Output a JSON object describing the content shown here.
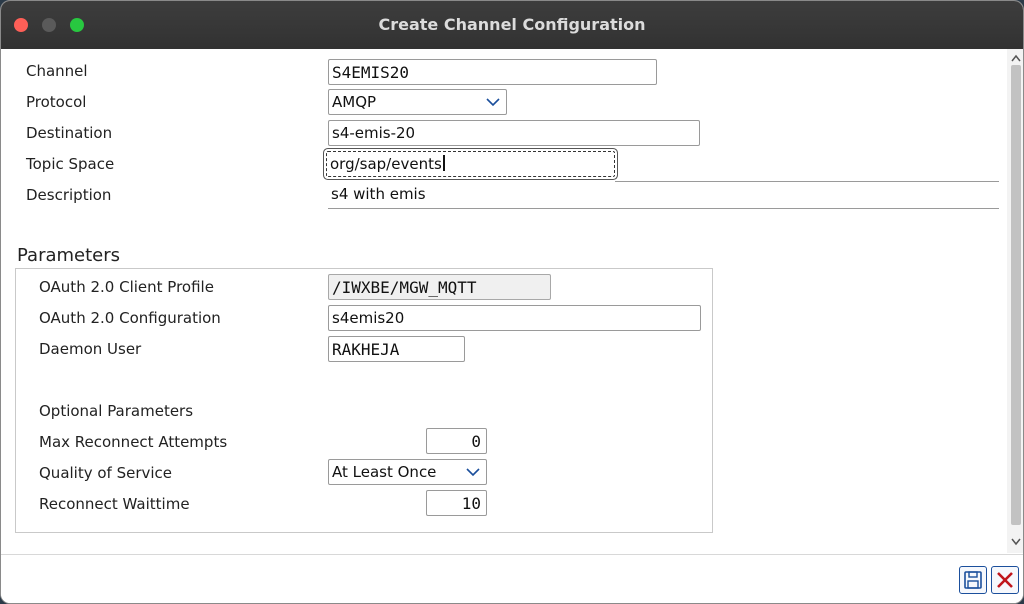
{
  "window": {
    "title": "Create Channel Configuration"
  },
  "form": {
    "channel": {
      "label": "Channel",
      "value": "S4EMIS20"
    },
    "protocol": {
      "label": "Protocol",
      "value": "AMQP"
    },
    "destination": {
      "label": "Destination",
      "value": "s4-emis-20"
    },
    "topic_space": {
      "label": "Topic Space",
      "value": "org/sap/events"
    },
    "description": {
      "label": "Description",
      "value": "s4 with emis"
    }
  },
  "parameters": {
    "title": "Parameters",
    "client_profile": {
      "label": "OAuth 2.0 Client Profile",
      "value": "/IWXBE/MGW_MQTT"
    },
    "oauth_config": {
      "label": "OAuth 2.0 Configuration",
      "value": "s4emis20"
    },
    "daemon_user": {
      "label": "Daemon User",
      "value": "RAKHEJA"
    },
    "optional_title": "Optional Parameters",
    "max_reconnect": {
      "label": "Max Reconnect Attempts",
      "value": "0"
    },
    "qos": {
      "label": "Quality of Service",
      "value": "At Least Once"
    },
    "reconnect_wait": {
      "label": "Reconnect Waittime",
      "value": "10"
    }
  },
  "footer": {
    "save_icon": "save-icon",
    "cancel_icon": "close-icon"
  },
  "colors": {
    "titlebar": "#353535",
    "close_light": "#fe5f57",
    "zoom_light": "#28c840",
    "button_accent": "#1b4f9c",
    "cancel_red": "#c0161c"
  }
}
